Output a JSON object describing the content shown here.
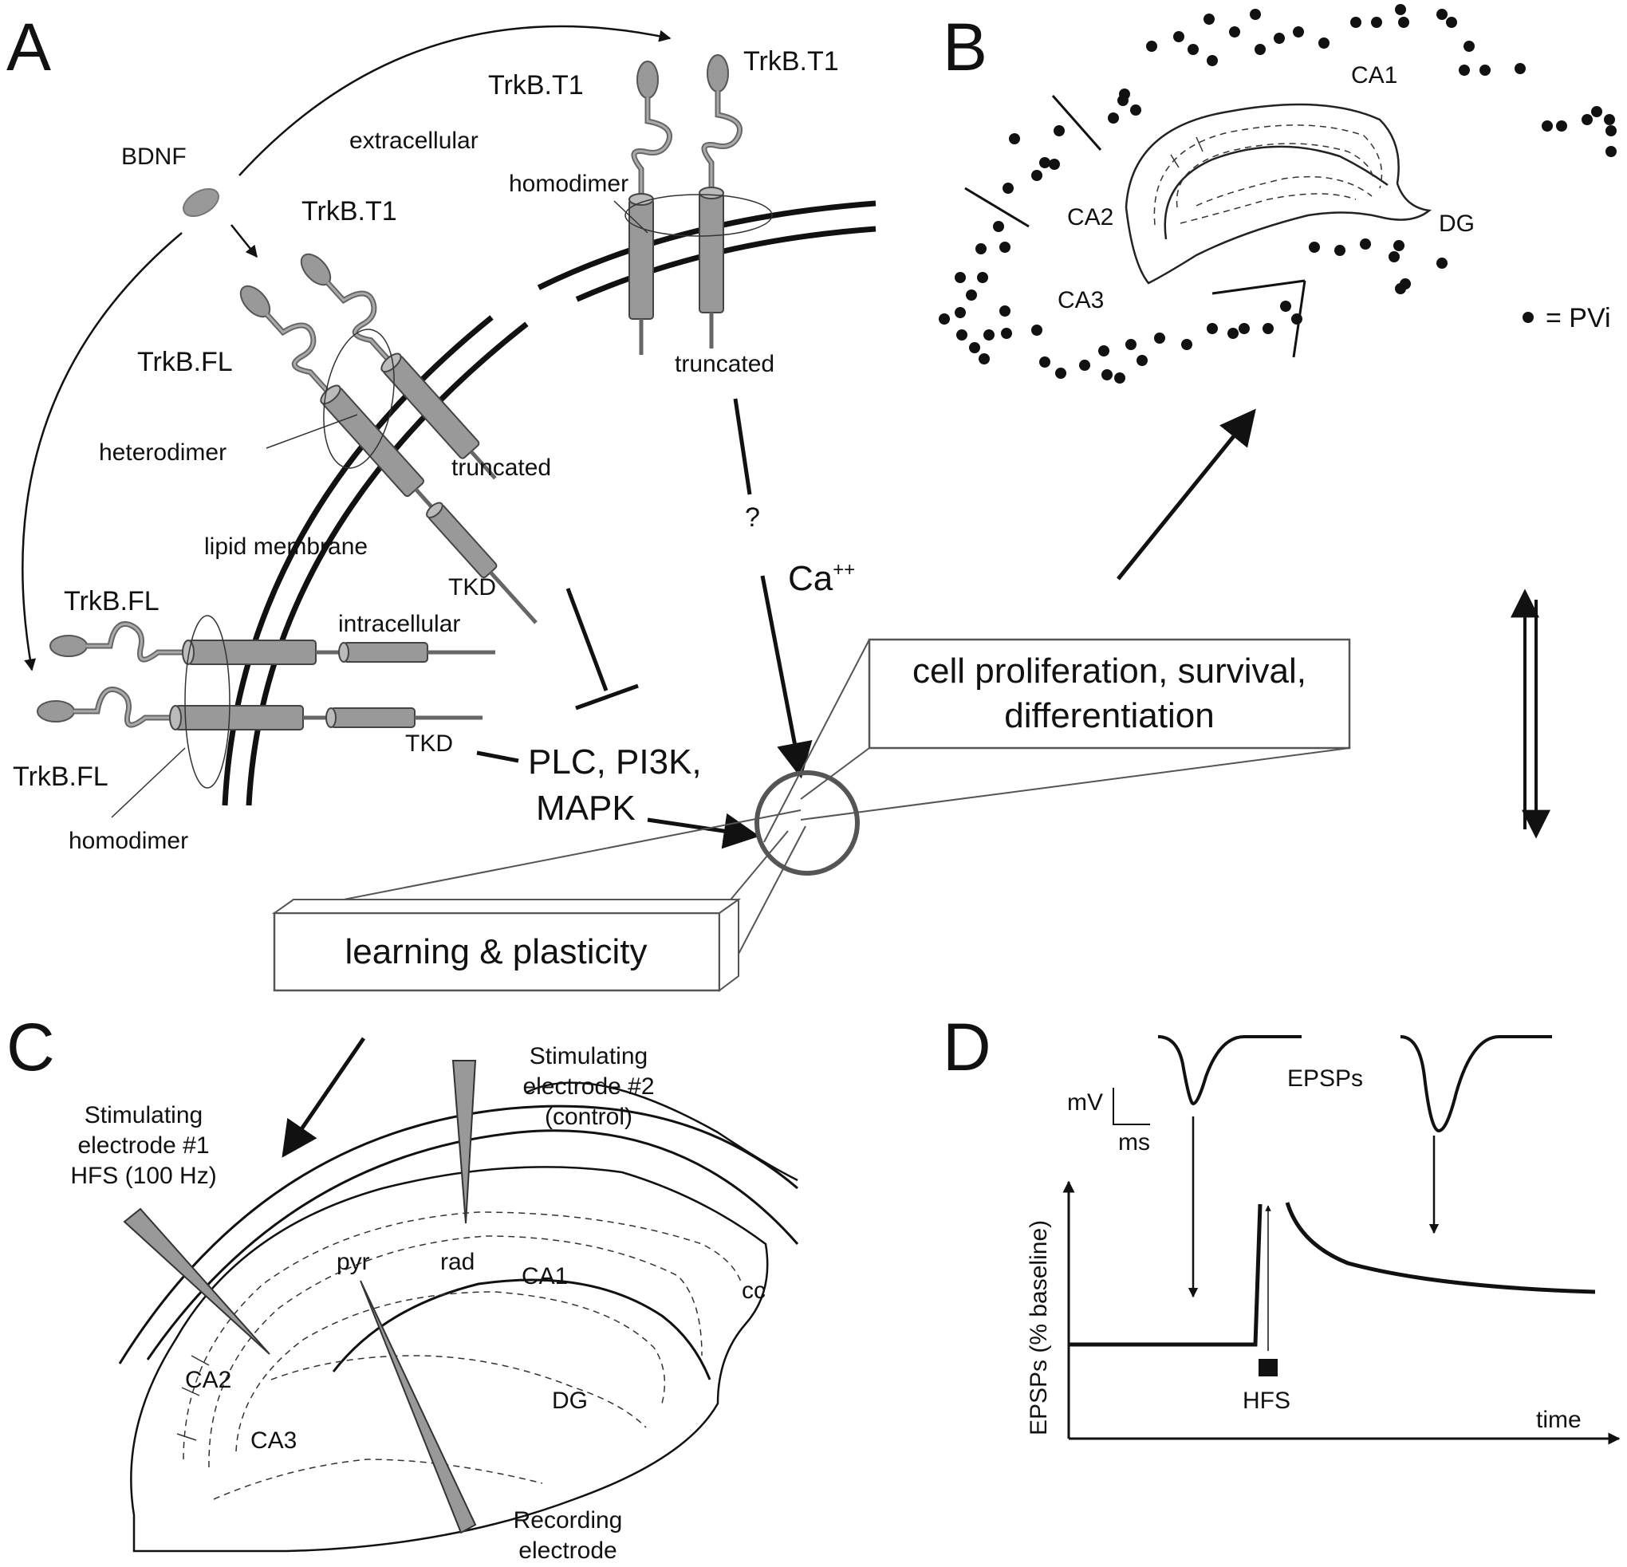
{
  "panels": {
    "a": {
      "letter": "A"
    },
    "b": {
      "letter": "B"
    },
    "c": {
      "letter": "C"
    },
    "d": {
      "letter": "D"
    }
  },
  "panel_a": {
    "bdnf": "BDNF",
    "extracellular": "extracellular",
    "intracellular": "intracellular",
    "lipid_membrane": "lipid membrane",
    "trkb_t1": "TrkB.T1",
    "trkb_fl": "TrkB.FL",
    "homodimer": "homodimer",
    "heterodimer": "heterodimer",
    "truncated": "truncated",
    "tkd": "TKD",
    "question": "?",
    "ca_base": "Ca",
    "ca_sup": "++",
    "pathways_line1": "PLC, PI3K,",
    "pathways_line2": "MAPK"
  },
  "boxes": {
    "proliferation_line1": "cell proliferation, survival,",
    "proliferation_line2": "differentiation",
    "learning": "learning & plasticity"
  },
  "panel_b": {
    "ca1": "CA1",
    "ca2": "CA2",
    "ca3": "CA3",
    "dg": "DG",
    "legend": "= PVi"
  },
  "panel_c": {
    "stim1_line1": "Stimulating",
    "stim1_line2": "electrode #1",
    "stim1_line3": "HFS (100 Hz)",
    "stim2_line1": "Stimulating",
    "stim2_line2": "electrode #2",
    "stim2_line3": "(control)",
    "rec_line1": "Recording",
    "rec_line2": "electrode",
    "pyr": "pyr",
    "rad": "rad",
    "ca1": "CA1",
    "ca2": "CA2",
    "ca3": "CA3",
    "dg": "DG",
    "cc": "cc"
  },
  "panel_d": {
    "epsps": "EPSPs",
    "mv": "mV",
    "ms": "ms",
    "y_axis": "EPSPs (% baseline)",
    "x_axis": "time",
    "hfs": "HFS"
  }
}
